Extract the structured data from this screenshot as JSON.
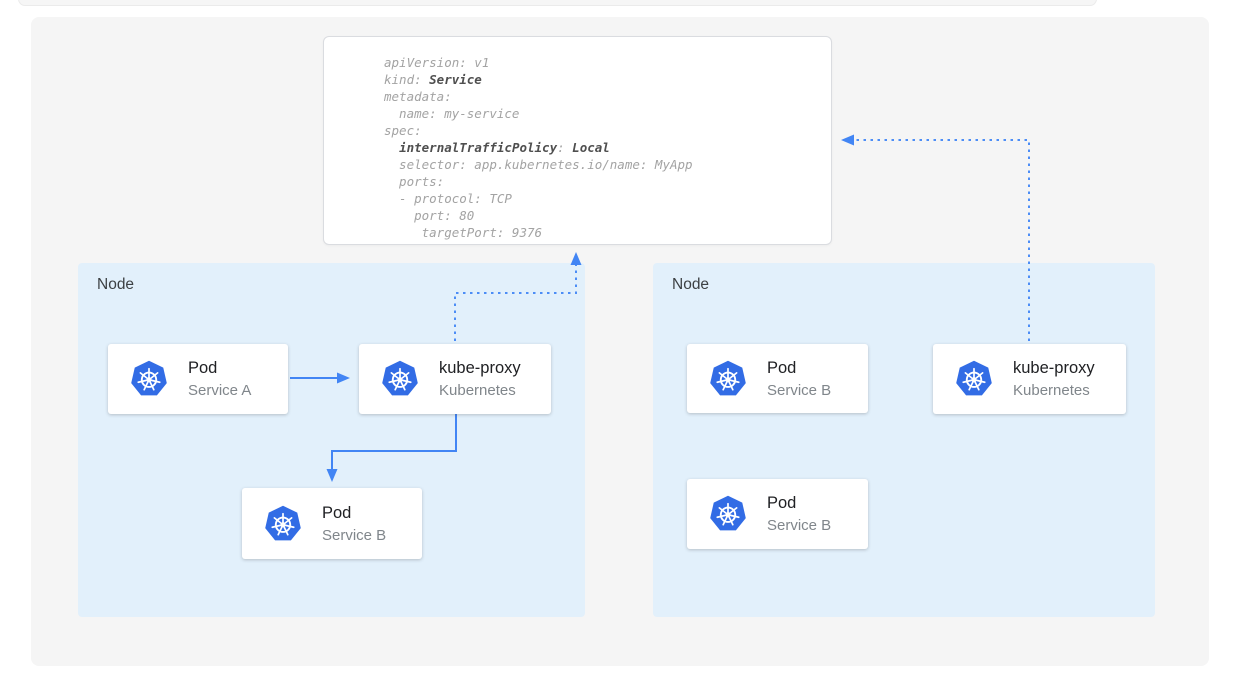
{
  "yaml_card": {
    "lines": [
      {
        "segments": [
          {
            "text": "apiVersion: v1",
            "bold": false
          }
        ]
      },
      {
        "segments": [
          {
            "text": "kind: ",
            "bold": false
          },
          {
            "text": "Service",
            "bold": true
          }
        ]
      },
      {
        "segments": [
          {
            "text": "metadata:",
            "bold": false
          }
        ]
      },
      {
        "segments": [
          {
            "text": "  name: my-service",
            "bold": false
          }
        ]
      },
      {
        "segments": [
          {
            "text": "spec:",
            "bold": false
          }
        ]
      },
      {
        "segments": [
          {
            "text": "  ",
            "bold": false
          },
          {
            "text": "internalTrafficPolicy",
            "bold": true
          },
          {
            "text": ": ",
            "bold": false
          },
          {
            "text": "Local",
            "bold": true
          }
        ]
      },
      {
        "segments": [
          {
            "text": "  selector: app.kubernetes.io/name: MyApp",
            "bold": false
          }
        ]
      },
      {
        "segments": [
          {
            "text": "  ports:",
            "bold": false
          }
        ]
      },
      {
        "segments": [
          {
            "text": "  - protocol: TCP",
            "bold": false
          }
        ]
      },
      {
        "segments": [
          {
            "text": "    port: 80",
            "bold": false
          }
        ]
      },
      {
        "segments": [
          {
            "text": "     targetPort: 9376",
            "bold": false
          }
        ]
      }
    ]
  },
  "nodes": [
    {
      "label": "Node",
      "cards": [
        {
          "icon": "kubernetes-logo",
          "title": "Pod",
          "subtitle": "Service A"
        },
        {
          "icon": "kubernetes-logo",
          "title": "kube-proxy",
          "subtitle": "Kubernetes"
        },
        {
          "icon": "kubernetes-logo",
          "title": "Pod",
          "subtitle": "Service B"
        }
      ]
    },
    {
      "label": "Node",
      "cards": [
        {
          "icon": "kubernetes-logo",
          "title": "Pod",
          "subtitle": "Service B"
        },
        {
          "icon": "kubernetes-logo",
          "title": "kube-proxy",
          "subtitle": "Kubernetes"
        },
        {
          "icon": "kubernetes-logo",
          "title": "Pod",
          "subtitle": "Service B"
        }
      ]
    }
  ],
  "connectors": [
    {
      "name": "arrow-pod-a-to-kube-proxy",
      "style": "solid"
    },
    {
      "name": "arrow-kube-proxy-to-pod-b",
      "style": "solid"
    },
    {
      "name": "dotted-link-left-kube-proxy-to-service-manifest",
      "style": "dotted"
    },
    {
      "name": "dotted-link-right-kube-proxy-to-service-manifest",
      "style": "dotted"
    }
  ],
  "colors": {
    "kubernetes_blue": "#326CE5",
    "arrow_blue": "#4285F4",
    "node_background": "#E2F0FB",
    "canvas_background": "#F5F5F5",
    "code_text": "#A3A3A3",
    "code_bold_text": "#4F4F4F",
    "card_title": "#202124",
    "card_subtitle": "#80868B",
    "node_label": "#3C4043"
  }
}
